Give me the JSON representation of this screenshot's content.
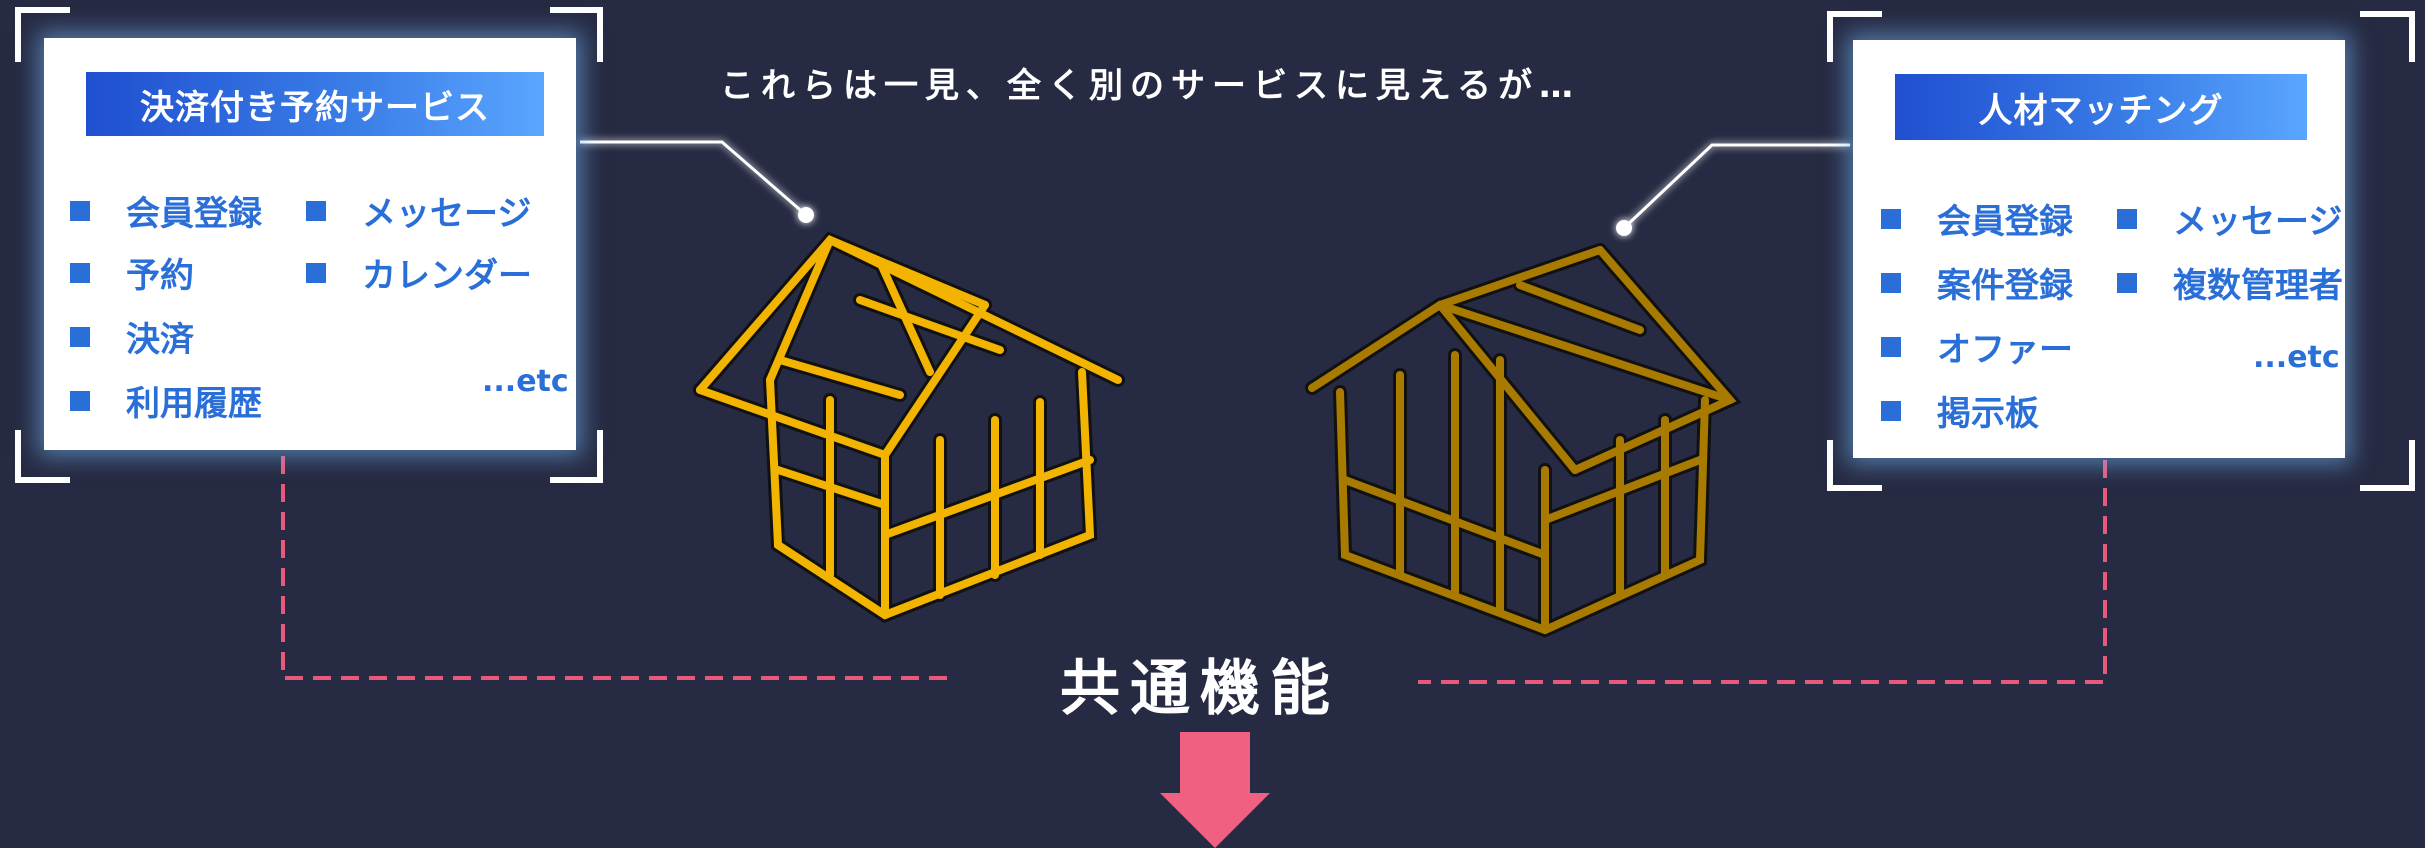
{
  "headline": "これらは一見、全く別のサービスに見えるが…",
  "common_label": "共通機能",
  "left_card": {
    "title": "決済付き予約サービス",
    "items_col1": [
      "会員登録",
      "予約",
      "決済",
      "利用履歴"
    ],
    "items_col2": [
      "メッセージ",
      "カレンダー"
    ],
    "etc": "...etc"
  },
  "right_card": {
    "title": "人材マッチング",
    "items_col1": [
      "会員登録",
      "案件登録",
      "オファー",
      "掲示板"
    ],
    "items_col2": [
      "メッセージ",
      "複数管理者"
    ],
    "etc": "...etc"
  },
  "colors": {
    "background": "#262a42",
    "accent_blue": "#2a6fd8",
    "dashed_pink": "#e85a7a",
    "house_bright": "#f2b400",
    "house_dark": "#a87a00",
    "arrow": "#f06080"
  },
  "icons": [
    "house-frame-icon",
    "down-arrow-icon",
    "corner-bracket-icon"
  ]
}
